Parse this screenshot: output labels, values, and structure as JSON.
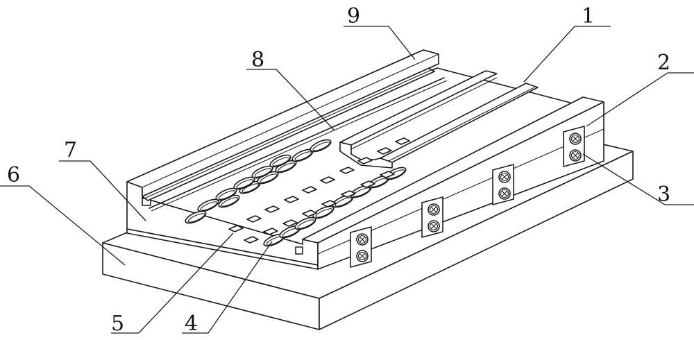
{
  "callouts": [
    {
      "id": "1",
      "text": "1"
    },
    {
      "id": "2",
      "text": "2"
    },
    {
      "id": "3",
      "text": "3"
    },
    {
      "id": "4",
      "text": "4"
    },
    {
      "id": "5",
      "text": "5"
    },
    {
      "id": "6",
      "text": "6"
    },
    {
      "id": "7",
      "text": "7"
    },
    {
      "id": "8",
      "text": "8"
    },
    {
      "id": "9",
      "text": "9"
    }
  ],
  "colors": {
    "stroke": "#1a1a1a",
    "background": "#ffffff"
  },
  "icons": {
    "fastener": "phillips-screw-icon",
    "slot": "oval-slot-icon",
    "hole": "square-hole-icon"
  }
}
